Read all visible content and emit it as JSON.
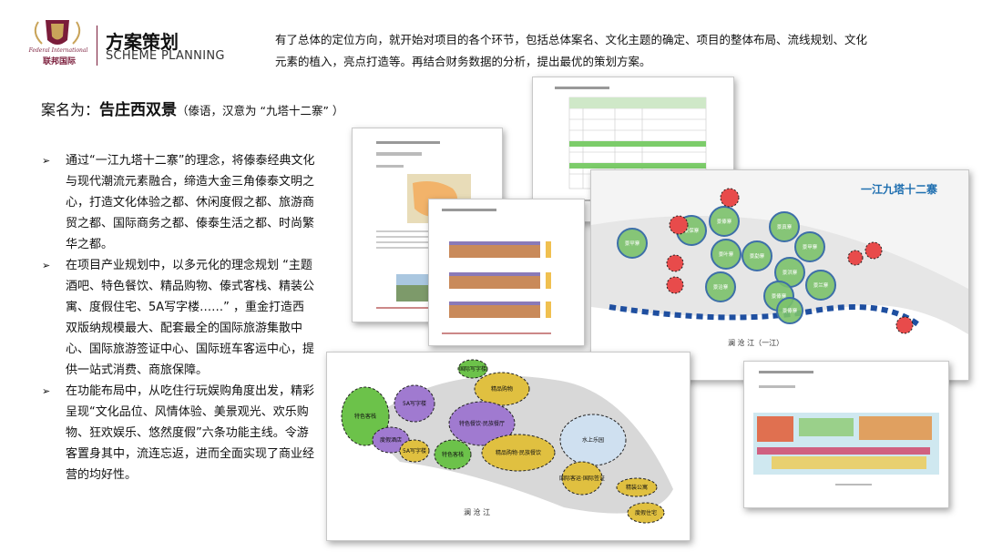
{
  "header": {
    "logo_en": "Federal International",
    "logo_cn": "联邦国际",
    "title_cn": "方案策划",
    "title_en": "SCHEME PLANNING"
  },
  "intro": "有了总体的定位方向，就开始对项目的各个环节，包括总体案名、文化主题的确定、项目的整体布局、流线规划、文化元素的植入，亮点打造等。再结合财务数据的分析，提出最优的策划方案。",
  "case_name": {
    "prefix": "案名为：",
    "name": "告庄西双景",
    "note": "（傣语，汉意为 “九塔十二寨” ）"
  },
  "bullets": [
    "通过“一江九塔十二寨”的理念，将傣泰经典文化与现代潮流元素融合，缔造大金三角傣泰文明之心，打造文化体验之都、休闲度假之都、旅游商贸之都、国际商务之都、傣泰生活之都、时尚繁华之都。",
    "在项目产业规划中，以多元化的理念规划 “主题酒吧、特色餐饮、精品购物、傣式客栈、精装公寓、度假住宅、5A写字楼……” ，重金打造西双版纳规模最大、配套最全的国际旅游集散中心、国际旅游签证中心、国际班车客运中心，提供一站式消费、商旅保障。",
    "在功能布局中，从吃住行玩娱购角度出发，精彩呈现“文化品位、风情体验、美景观光、欢乐购物、狂欢娱乐、悠然度假”六条功能主线。令游客置身其中，流连忘返，进而全面实现了商业经营的均好性。"
  ],
  "map": {
    "title": "一江九塔十二寨",
    "river": "澜 沧 江（一江）",
    "villages": [
      "景罕寨",
      "景保寨",
      "景傣寨",
      "景真寨",
      "景甲寨",
      "景叶寨",
      "景勐寨",
      "景洪寨",
      "景兰寨",
      "景洽寨",
      "景傣寨",
      "景傣寨"
    ]
  },
  "zones": {
    "river": "澜 沧 江",
    "labels": [
      "特色客栈",
      "5A写字楼",
      "精品购物",
      "度假酒店",
      "特色餐饮·民族餐厅",
      "水上乐园",
      "5A写字楼",
      "特色客栈",
      "精品购物·民族餐饮",
      "国际客运·国际签证",
      "精装公寓",
      "度假住宅",
      "国际写字楼"
    ]
  }
}
